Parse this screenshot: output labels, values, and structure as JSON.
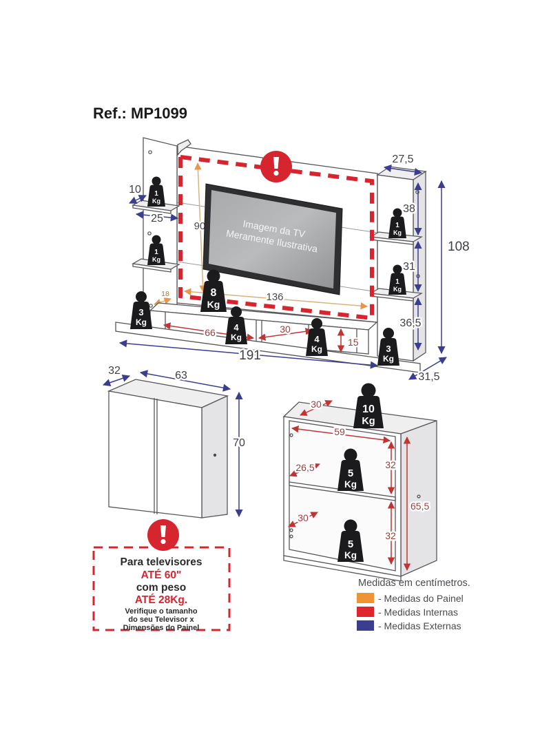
{
  "title": "Ref.: MP1099",
  "colors": {
    "panel_measure": "#ef9434",
    "internal_measure": "#e2242c",
    "external_measure": "#3b3e8e",
    "warning_red": "#d6252e"
  },
  "tv": {
    "line1": "Imagem da TV",
    "line2": "Meramente Ilustrativa"
  },
  "weights": {
    "w1": "1",
    "w3": "3",
    "w4": "4",
    "w5": "5",
    "w8": "8",
    "w10": "10",
    "kg": "Kg"
  },
  "panel": {
    "dims": {
      "width_total": "191",
      "depth_total": "31,5",
      "height_total": "108",
      "side_width": "27,5",
      "shelf_depth": "10",
      "shelf_width": "25",
      "tv_area_height": "90",
      "tv_area_width": "136",
      "tv_area_offset": "18",
      "section_top": "38",
      "section_middle": "31",
      "section_bottom": "36,5",
      "niche_width_left": "66",
      "niche_width_middle": "30",
      "niche_height": "15"
    }
  },
  "cabinet": {
    "dims": {
      "depth": "32",
      "width": "63",
      "height": "70"
    }
  },
  "shelf_unit": {
    "dims": {
      "top_depth": "30",
      "inner_width": "59",
      "shelf_depth": "26,5",
      "upper_height": "32",
      "lower_shelf_depth": "30",
      "lower_height": "32",
      "inner_height": "65,5"
    }
  },
  "warning": {
    "line1": "Para televisores",
    "line2": "ATÉ 60\"",
    "line3": "com peso",
    "line4": "ATÉ 28Kg.",
    "note1": "Verifique o tamanho",
    "note2": "do seu Televisor x",
    "note3": "Dimensões do Painel"
  },
  "legend": {
    "title": "Medidas em centímetros.",
    "items": [
      {
        "label": "- Medidas do Painel",
        "color": "#ef9434"
      },
      {
        "label": "- Medidas Internas",
        "color": "#e2242c"
      },
      {
        "label": "- Medidas Externas",
        "color": "#3b3e8e"
      }
    ]
  }
}
